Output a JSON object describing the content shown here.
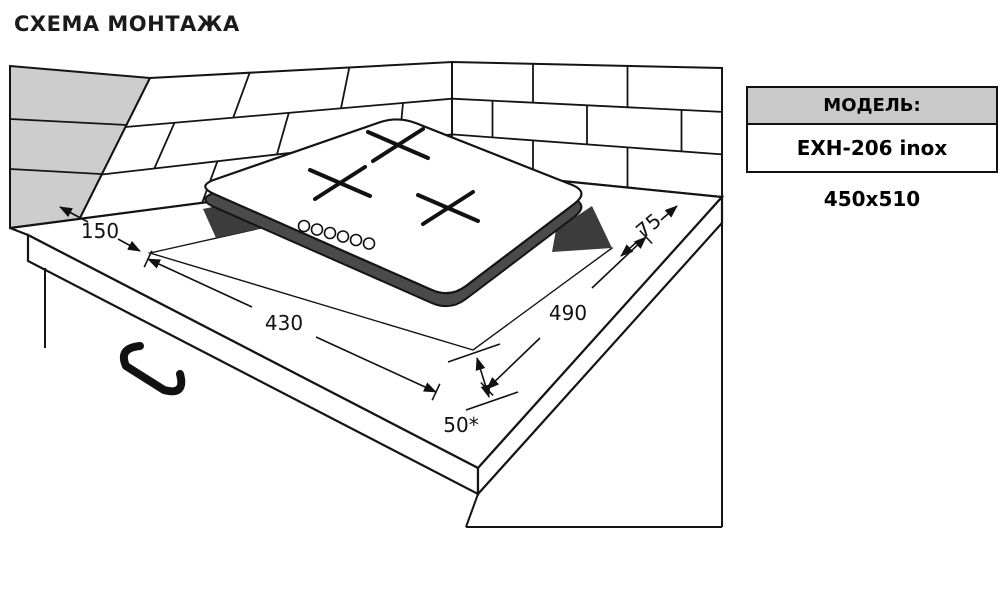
{
  "title": "СХЕМА МОНТАЖА",
  "model_panel": {
    "header": "МОДЕЛЬ:",
    "model_name": "EXH-206 inox",
    "overall_size": "450x510"
  },
  "dims": {
    "wall_side_gap": "150",
    "cutout_width": "430",
    "cutout_depth": "490",
    "right_gap": "75",
    "front_gap": "50*"
  },
  "colors": {
    "line": "#141414",
    "wall_shadow": "#cdcdcd",
    "cutout_wall": "#3c3c3c",
    "panel_header_bg": "#c9c9c9"
  }
}
